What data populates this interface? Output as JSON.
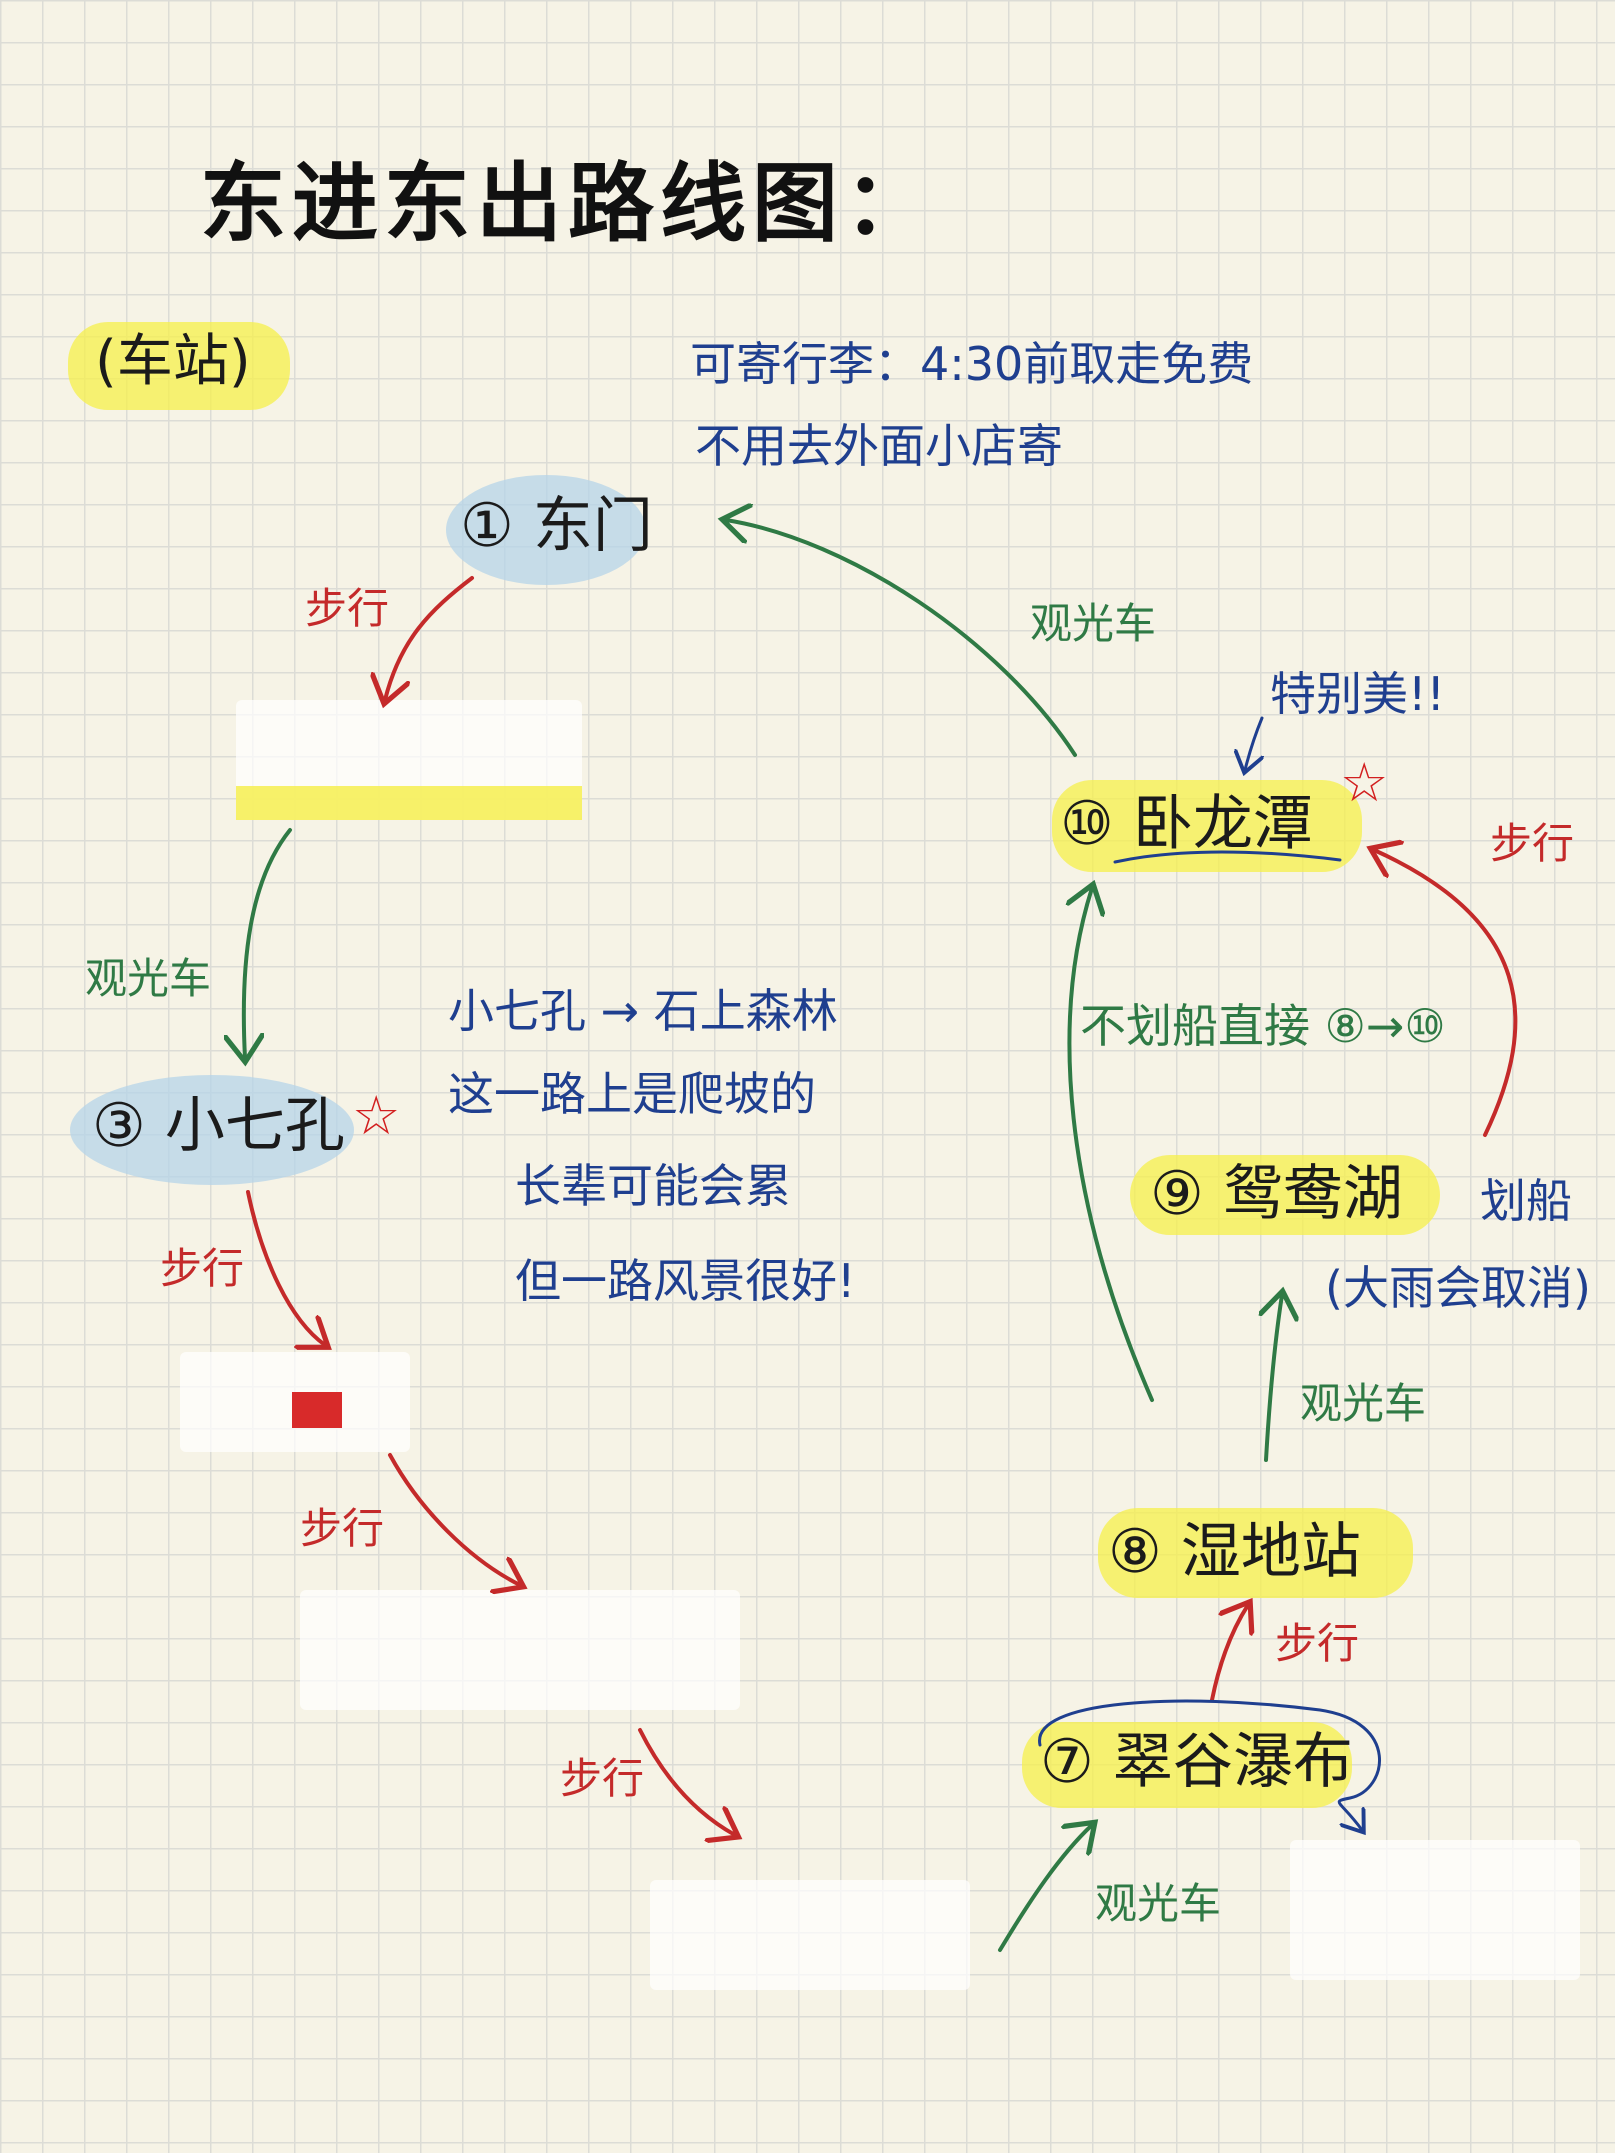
{
  "title": "东进东出路线图：",
  "start": "(车站)",
  "notes": {
    "luggage_line1": "可寄行李：4:30前取走免费",
    "luggage_line2": "不用去外面小店寄",
    "special": "特别美!!",
    "forest_line1": "小七孔 → 石上森林",
    "forest_line2": "这一路上是爬坡的",
    "forest_line3": "长辈可能会累",
    "forest_line4": "但一路风景很好!",
    "boating": "划船",
    "rain": "(大雨会取消)",
    "skip_boat": "不划船直接 ⑧→⑩"
  },
  "nodes": {
    "east_gate": "① 东门",
    "xiaoqikong": "③ 小七孔",
    "wolongtan": "⑩ 卧龙潭",
    "yuanyanghu": "⑨ 鸳鸯湖",
    "shidizhan": "⑧ 湿地站",
    "cuigu": "⑦ 翠谷瀑布"
  },
  "edges": {
    "walk": "步行",
    "bus": "观光车"
  },
  "colors": {
    "blue_text": "#1f3f8f",
    "red_arrow": "#c42a2a",
    "green_arrow": "#2f7a45",
    "yellow_highlight": "#f6ef50",
    "blue_highlight": "#b5d4e8"
  },
  "icons": {
    "star": "star-icon"
  }
}
